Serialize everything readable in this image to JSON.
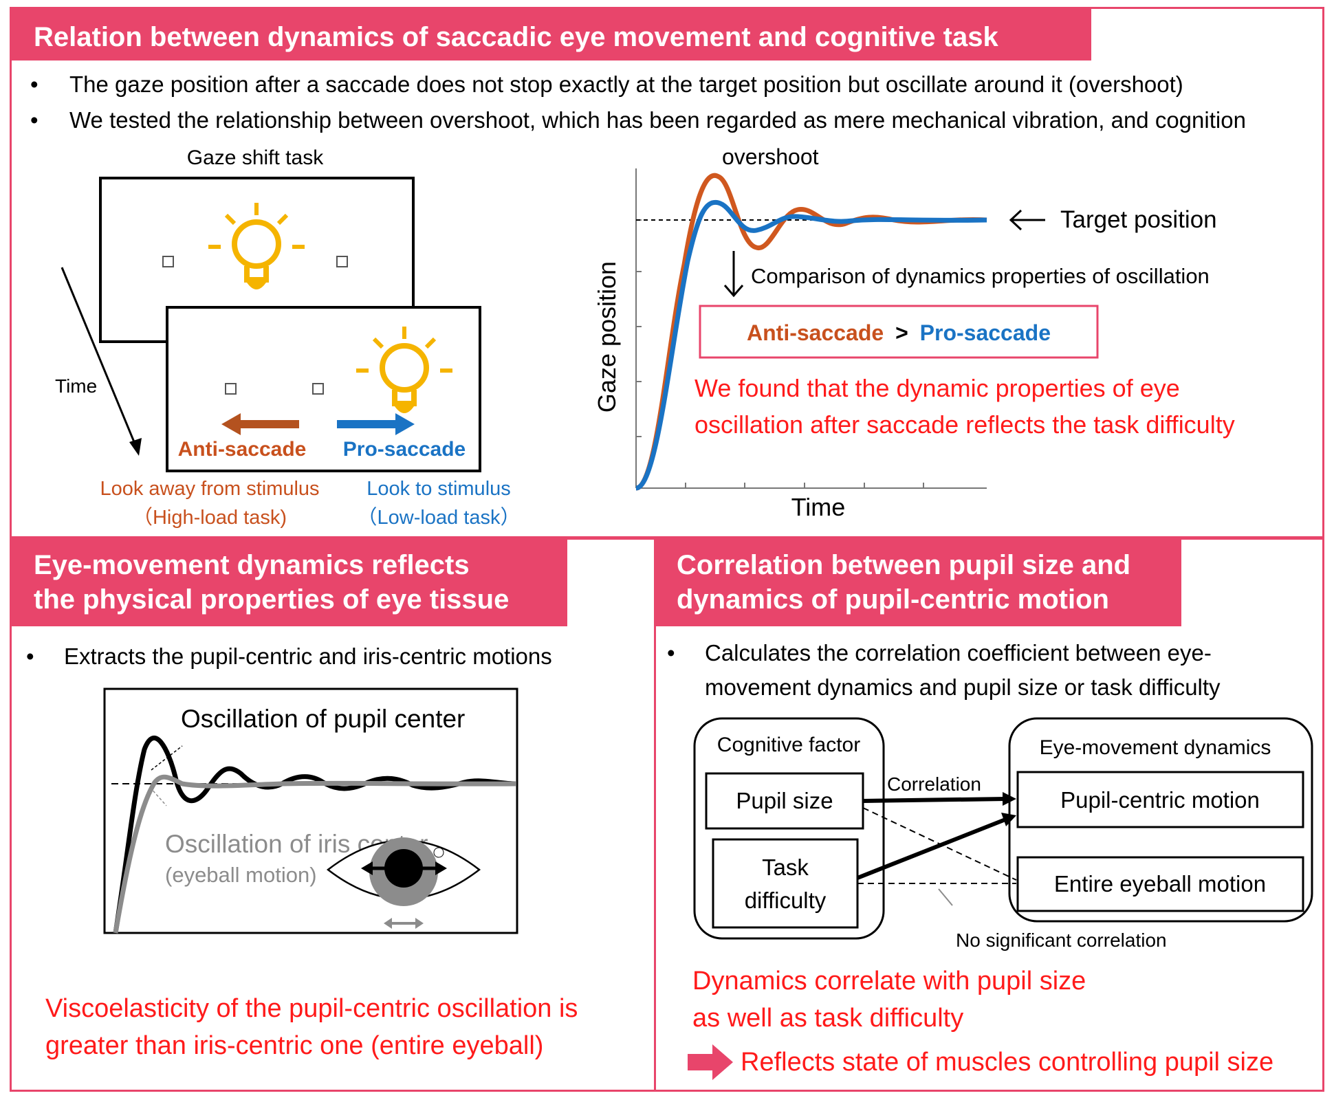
{
  "top": {
    "title": "Relation between dynamics of saccadic eye movement and cognitive task",
    "bullets": [
      "The gaze position after a saccade does not stop exactly at the target position but oscillate around it (overshoot)",
      "We tested the relationship between overshoot, which has been regarded as mere mechanical vibration, and cognition"
    ],
    "task": {
      "title": "Gaze shift task",
      "time_label": "Time",
      "anti_label": "Anti-saccade",
      "pro_label": "Pro-saccade",
      "anti_desc1": "Look away from stimulus",
      "anti_desc2": "（High-load task)",
      "pro_desc1": "Look to stimulus",
      "pro_desc2": "（Low-load task）"
    },
    "plot": {
      "overshoot_label": "overshoot",
      "target_label": "Target position",
      "ylabel": "Gaze position",
      "xlabel": "Time",
      "comparison_label": "Comparison of dynamics properties of oscillation",
      "anti": "Anti-saccade",
      "gt": ">",
      "pro": "Pro-saccade",
      "finding1": "We found that the dynamic properties of eye",
      "finding2": "oscillation after saccade reflects the task difficulty"
    }
  },
  "left": {
    "title1": "Eye-movement dynamics reflects",
    "title2": "the physical properties of eye tissue",
    "bullet": "Extracts the pupil-centric and iris-centric motions",
    "pupil_label": "Oscillation of pupil center",
    "iris_label": "Oscillation of iris center",
    "iris_sub": "(eyeball motion)",
    "conclusion1": "Viscoelasticity of the pupil-centric oscillation is",
    "conclusion2": "greater than iris-centric one (entire eyeball)"
  },
  "right": {
    "title1": "Correlation between pupil size and",
    "title2": "dynamics of pupil-centric motion",
    "bullet1": "Calculates the correlation coefficient between eye-",
    "bullet2": "movement dynamics and pupil size or task difficulty",
    "cog_title": "Cognitive factor",
    "pupil_size": "Pupil size",
    "task1": "Task",
    "task2": "difficulty",
    "eye_title": "Eye-movement dynamics",
    "pupil_motion": "Pupil-centric motion",
    "eyeball_motion": "Entire eyeball motion",
    "correlation": "Correlation",
    "no_corr": "No significant correlation",
    "conclusion1": "Dynamics correlate with pupil size",
    "conclusion2": "as well as task difficulty",
    "conclusion3": "Reflects state of muscles controlling pupil size"
  },
  "colors": {
    "accent": "#e8456b",
    "anti": "#c8501d",
    "pro": "#1a73c4",
    "finding": "#ff1a1a"
  }
}
